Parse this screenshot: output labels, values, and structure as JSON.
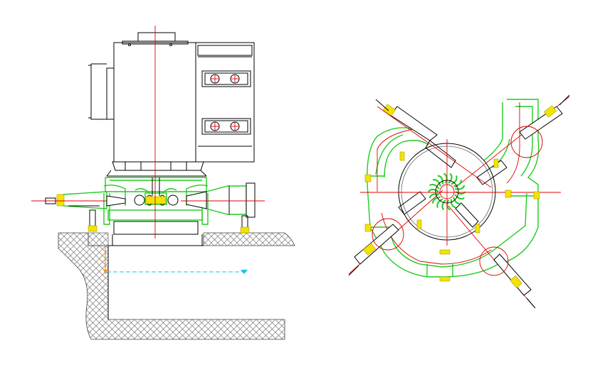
{
  "drawing": {
    "views": [
      "side-elevation",
      "plan-view"
    ],
    "colors": {
      "outline": "#000000",
      "casing": "#1fcc1f",
      "centerline": "#e00000",
      "water_level": "#16c6e6",
      "hatch": "#666666",
      "marker": "#f2e400",
      "accent": "#ff8a00"
    },
    "plan_view": {
      "nozzle_count": 4,
      "runner_bucket_count": 18
    }
  }
}
